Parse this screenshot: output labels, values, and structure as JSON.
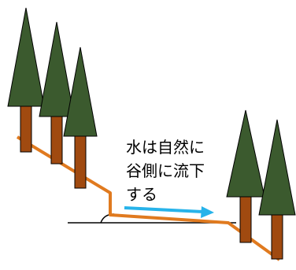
{
  "caption": {
    "line1": "水は自然に",
    "line2": "谷側に流下",
    "line3": "する"
  },
  "colors": {
    "slope": "#e07a1f",
    "foliage": "#3b5a2e",
    "trunk": "#a04a10",
    "arrow": "#27b3ea",
    "outline": "#000000",
    "background": "#ffffff"
  },
  "icons": {
    "tree": "conifer-tree-icon",
    "arrow": "flow-arrow-icon"
  }
}
